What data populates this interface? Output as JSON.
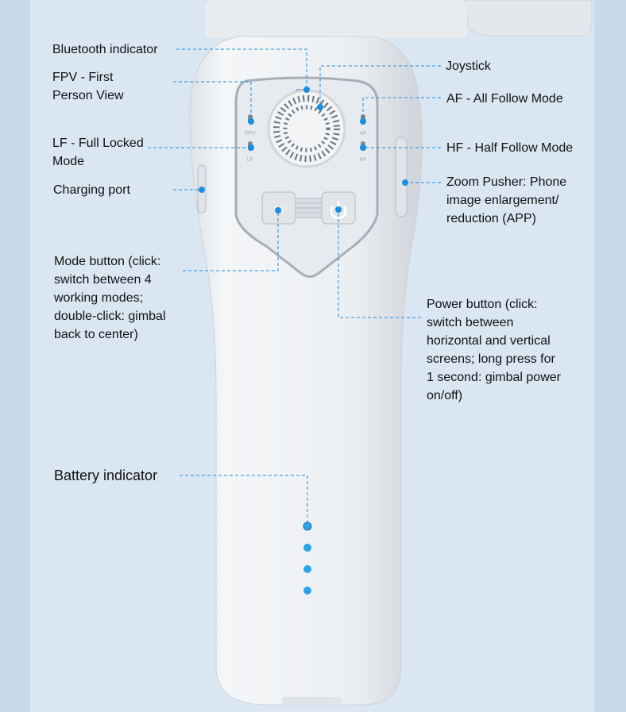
{
  "colors": {
    "accent": "#1a8ee0",
    "background": "#dbe6f3",
    "body": "#eef1f4"
  },
  "device": {
    "button_mode": "M",
    "led_fpv": "FPV",
    "led_lf": "LF",
    "led_af": "AF",
    "led_hf": "HF"
  },
  "labels": {
    "bluetooth": "Bluetooth indicator",
    "fpv": [
      "FPV - First",
      "Person View"
    ],
    "lf": [
      "LF - Full Locked",
      "Mode"
    ],
    "charging": "Charging port",
    "mode": [
      "Mode button (click:",
      "switch between 4",
      "working modes;",
      "double-click: gimbal",
      "back to center)"
    ],
    "joystick": "Joystick",
    "af": "AF - All Follow Mode",
    "hf": "HF - Half Follow Mode",
    "zoom": [
      "Zoom Pusher: Phone",
      "image enlargement/",
      "reduction (APP)"
    ],
    "power": [
      "Power button (click:",
      "switch between",
      "horizontal and vertical",
      "screens; long press for",
      "1 second: gimbal power",
      "on/off)"
    ],
    "battery": "Battery indicator"
  }
}
